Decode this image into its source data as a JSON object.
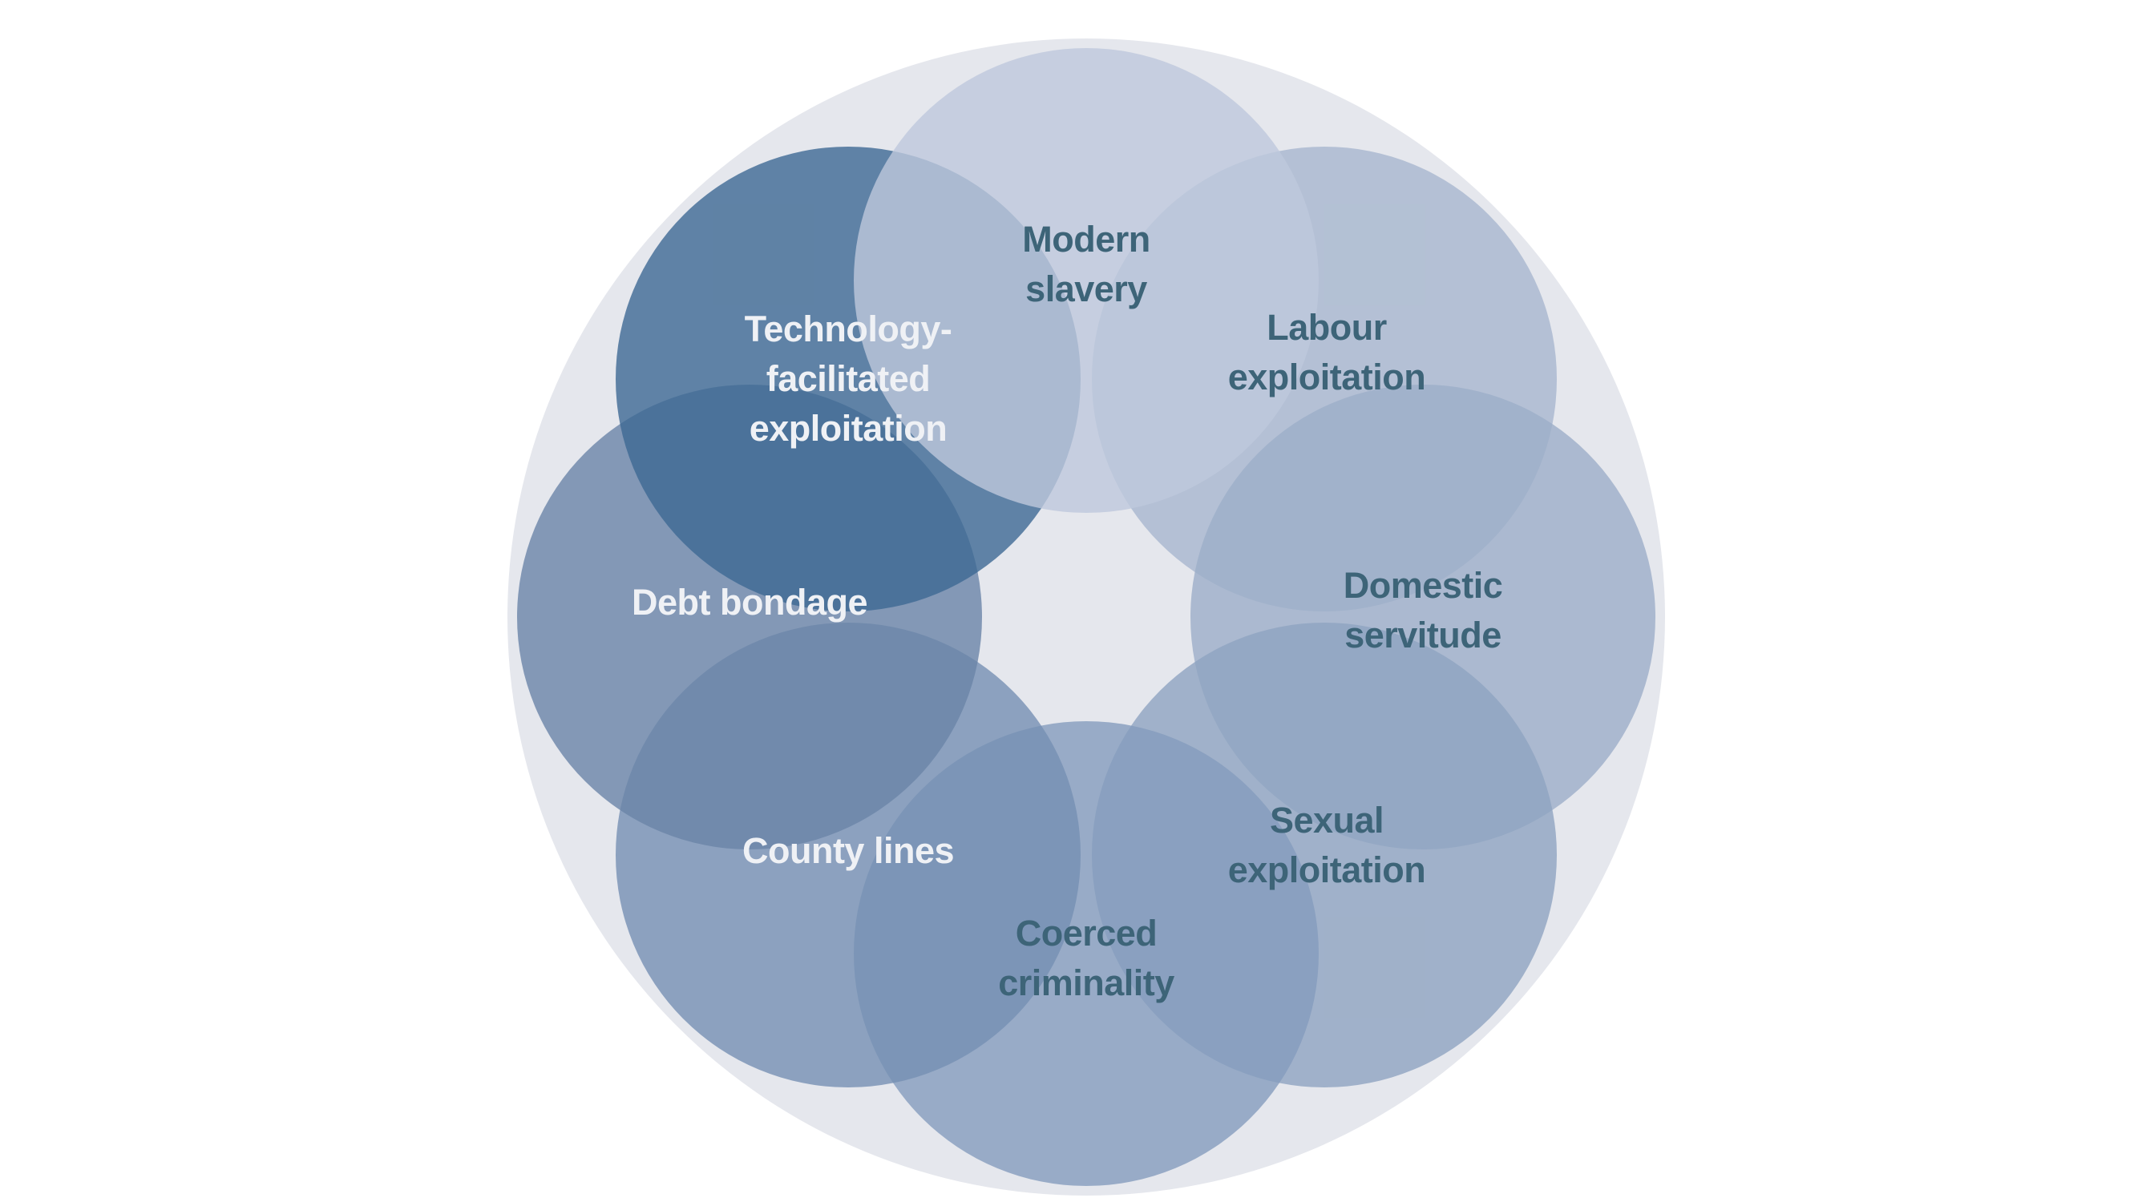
{
  "page": {
    "background": "#ffffff"
  },
  "diagram": {
    "outer": {
      "fill": "#e5e7ed"
    },
    "label_colors": {
      "dark": "#3d6478",
      "light": "#eff1f5"
    },
    "segments": [
      {
        "id": "modern-slavery",
        "label": "Modern\nslavery",
        "fill": "rgba(190,200,220,0.8)",
        "label_color": "#3d6478"
      },
      {
        "id": "labour-exploitation",
        "label": "Labour\nexploitation",
        "fill": "rgba(167,183,206,0.8)",
        "label_color": "#3d6478"
      },
      {
        "id": "domestic-servitude",
        "label": "Domestic\nservitude",
        "fill": "rgba(156,174,200,0.8)",
        "label_color": "#3d6478"
      },
      {
        "id": "sexual-exploitation",
        "label": "Sexual\nexploitation",
        "fill": "rgba(143,164,192,0.8)",
        "label_color": "#3d6478"
      },
      {
        "id": "coerced-criminality",
        "label": "Coerced\ncriminality",
        "fill": "rgba(133,156,189,0.8)",
        "label_color": "#3d6478"
      },
      {
        "id": "county-lines",
        "label": "County lines",
        "fill": "rgba(118,144,179,0.8)",
        "label_color": "#eff1f5"
      },
      {
        "id": "debt-bondage",
        "label": "Debt bondage",
        "fill": "rgba(106,133,167,0.8)",
        "label_color": "#eff1f5"
      },
      {
        "id": "technology-facilitated-exploitation",
        "label": "Technology-\nfacilitated\nexploitation",
        "fill": "rgba(61,105,147,0.8)",
        "label_color": "#eff1f5"
      }
    ]
  }
}
